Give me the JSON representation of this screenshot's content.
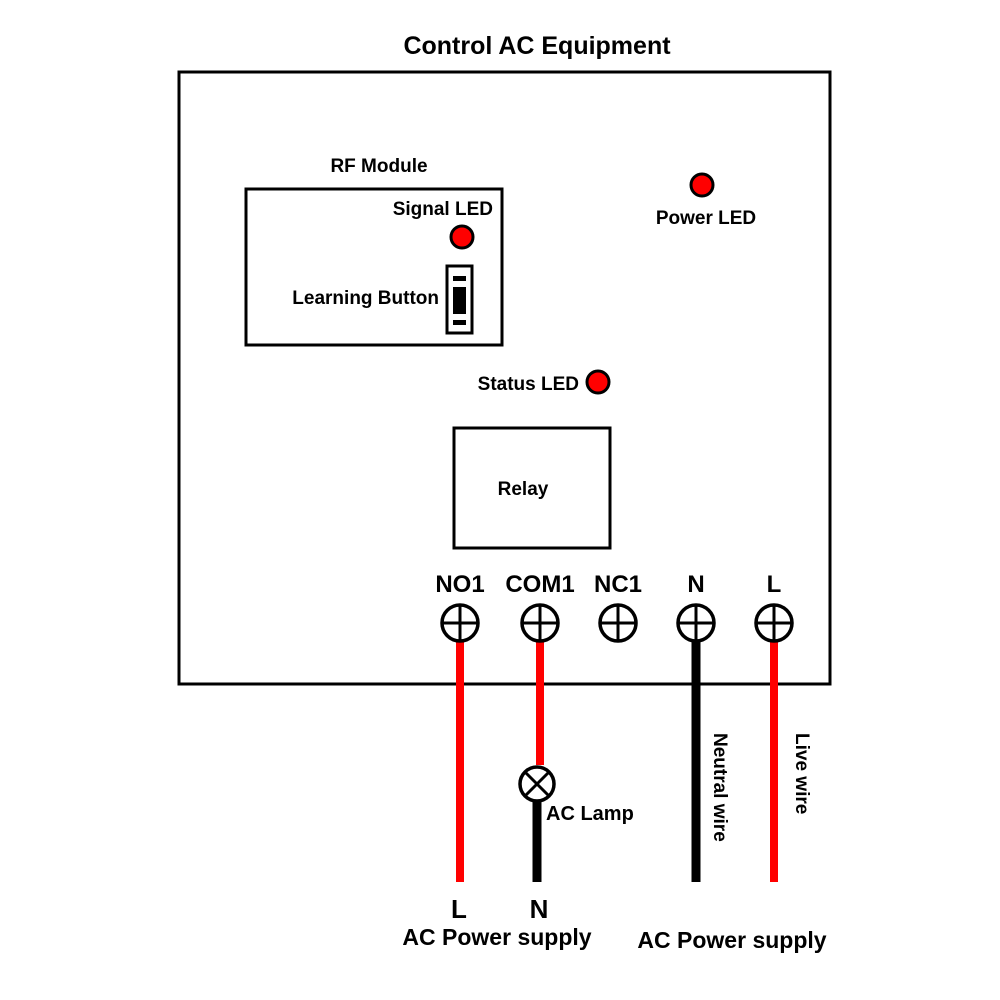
{
  "title": "Control AC Equipment",
  "colors": {
    "led": "#ff0000",
    "live_wire": "#ff0000",
    "neutral_wire": "#000000",
    "outline": "#000000",
    "background": "#ffffff"
  },
  "rf_module": {
    "label": "RF Module",
    "signal_led_label": "Signal LED",
    "learning_button_label": "Learning Button"
  },
  "power_led_label": "Power LED",
  "status_led_label": "Status LED",
  "relay_label": "Relay",
  "terminals": [
    {
      "label": "NO1",
      "wire": "live"
    },
    {
      "label": "COM1",
      "wire": "live"
    },
    {
      "label": "NC1",
      "wire": "none"
    },
    {
      "label": "N",
      "wire": "neutral"
    },
    {
      "label": "L",
      "wire": "live"
    }
  ],
  "lamp_label": "AC Lamp",
  "wire_labels": {
    "neutral": "Neutral wire",
    "live": "Live wire"
  },
  "supply_left": {
    "l_label": "L",
    "n_label": "N",
    "caption": "AC Power supply"
  },
  "supply_right": {
    "caption": "AC Power supply"
  }
}
